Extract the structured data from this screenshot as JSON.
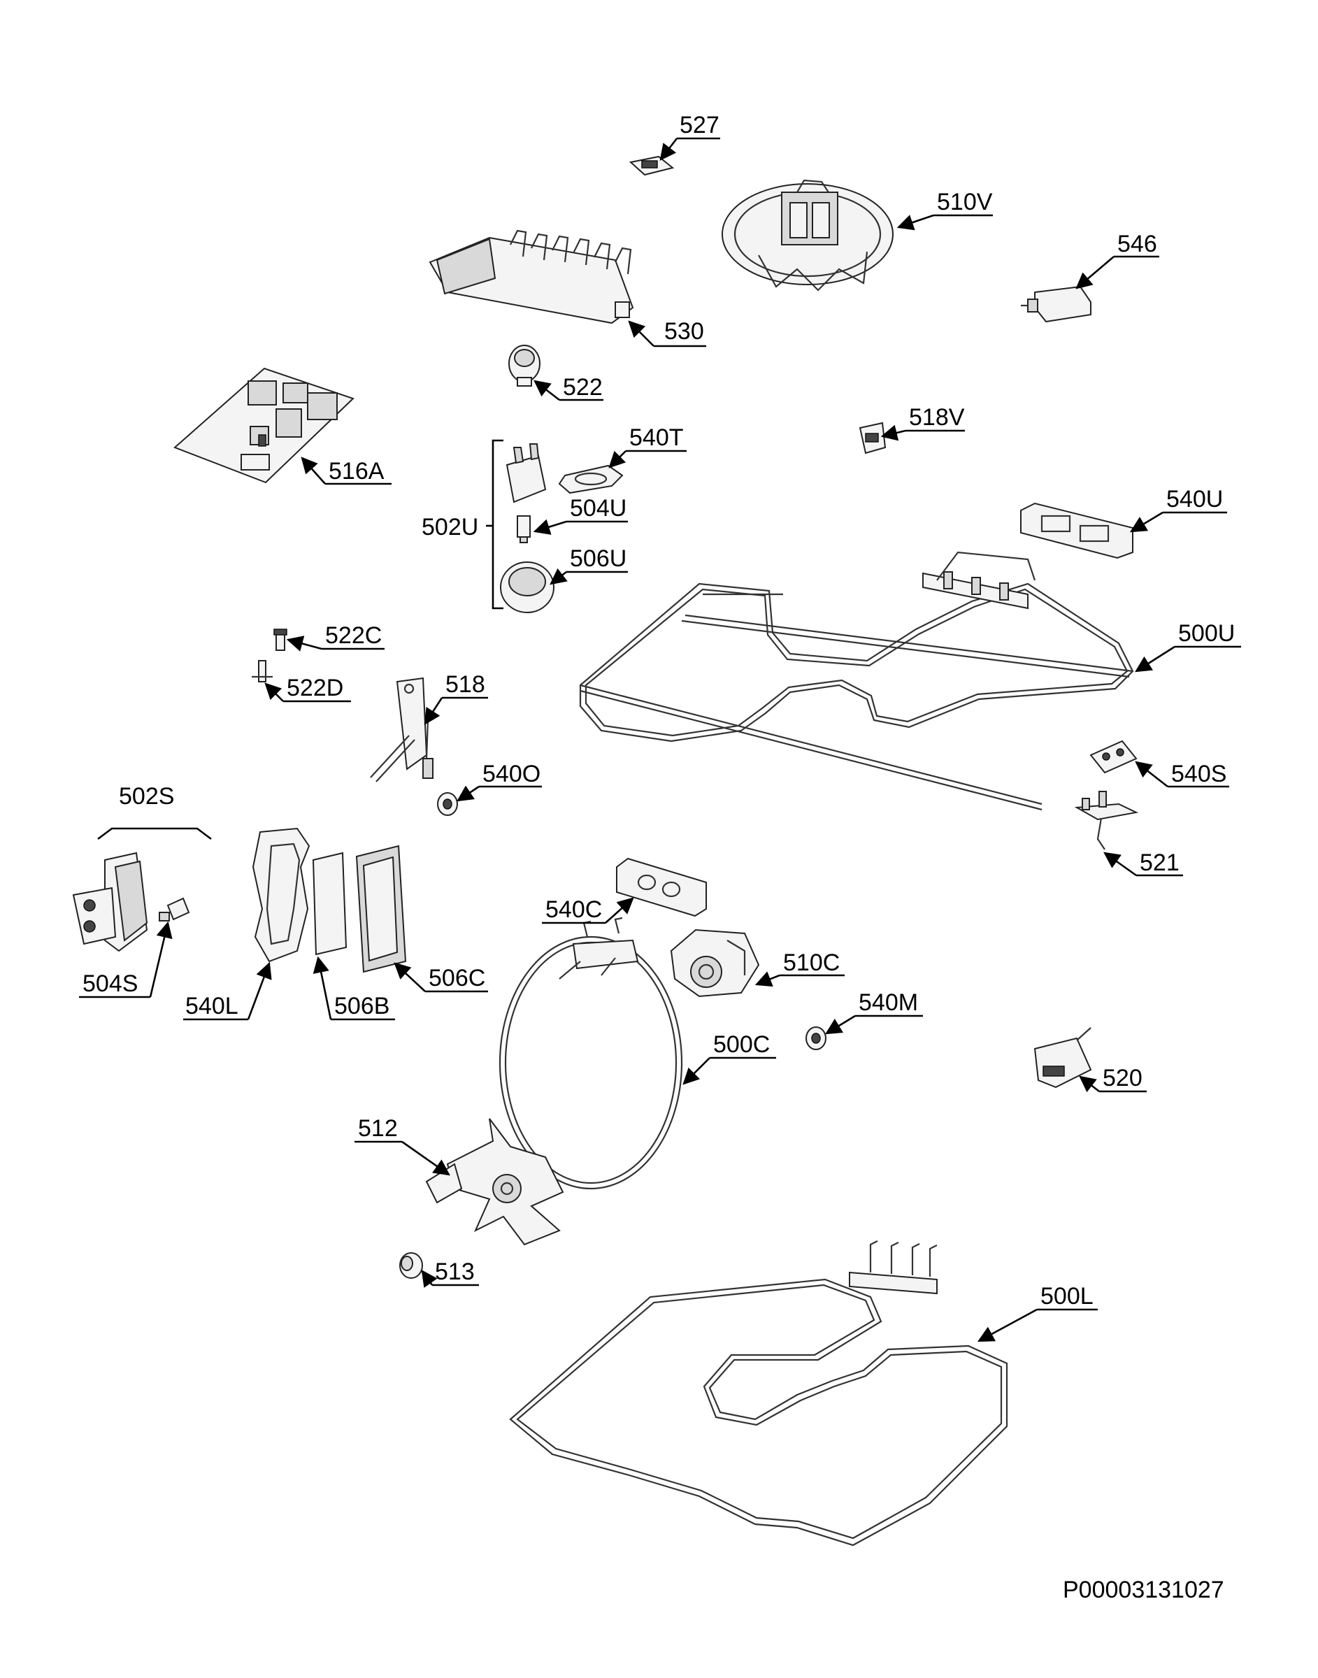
{
  "drawing_code": "P00003131027",
  "callouts": [
    {
      "id": "c527",
      "label": "527"
    },
    {
      "id": "c510V",
      "label": "510V"
    },
    {
      "id": "c546",
      "label": "546"
    },
    {
      "id": "c530",
      "label": "530"
    },
    {
      "id": "c522",
      "label": "522"
    },
    {
      "id": "c516A",
      "label": "516A"
    },
    {
      "id": "c540T",
      "label": "540T"
    },
    {
      "id": "c518V",
      "label": "518V"
    },
    {
      "id": "c502U",
      "label": "502U"
    },
    {
      "id": "c504U",
      "label": "504U"
    },
    {
      "id": "c540U",
      "label": "540U"
    },
    {
      "id": "c506U",
      "label": "506U"
    },
    {
      "id": "c522C",
      "label": "522C"
    },
    {
      "id": "c500U",
      "label": "500U"
    },
    {
      "id": "c522D",
      "label": "522D"
    },
    {
      "id": "c518",
      "label": "518"
    },
    {
      "id": "c540S",
      "label": "540S"
    },
    {
      "id": "c540O",
      "label": "540O"
    },
    {
      "id": "c502S",
      "label": "502S"
    },
    {
      "id": "c521",
      "label": "521"
    },
    {
      "id": "c540C",
      "label": "540C"
    },
    {
      "id": "c510C",
      "label": "510C"
    },
    {
      "id": "c504S",
      "label": "504S"
    },
    {
      "id": "c506C",
      "label": "506C"
    },
    {
      "id": "c540L",
      "label": "540L"
    },
    {
      "id": "c506B",
      "label": "506B"
    },
    {
      "id": "c540M",
      "label": "540M"
    },
    {
      "id": "c500C",
      "label": "500C"
    },
    {
      "id": "c520",
      "label": "520"
    },
    {
      "id": "c512",
      "label": "512"
    },
    {
      "id": "c513",
      "label": "513"
    },
    {
      "id": "c500L",
      "label": "500L"
    }
  ]
}
